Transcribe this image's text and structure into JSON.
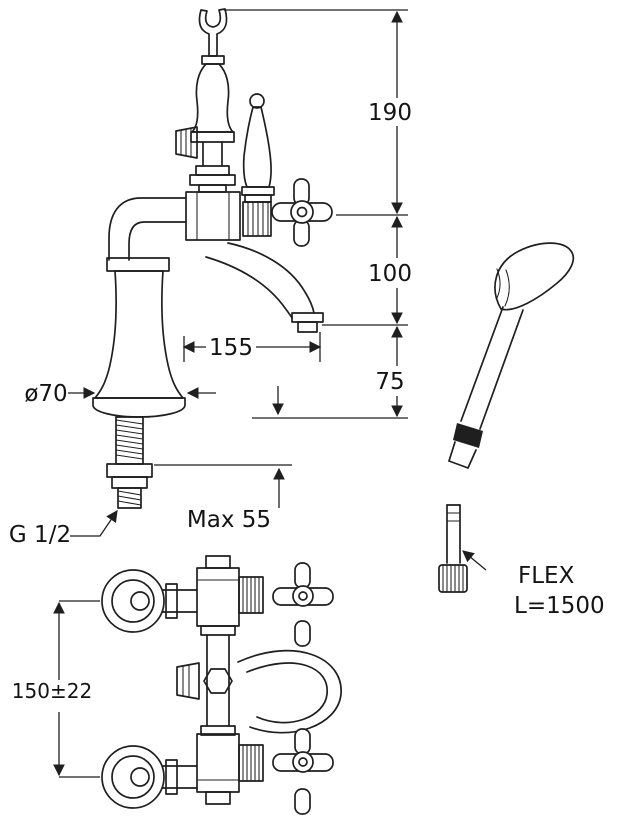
{
  "drawing": {
    "type": "technical-dimension-drawing",
    "subject": "deck-mounted bath mixer with hand shower, wall-mounted variant below",
    "labels": {
      "dim_height_total": "190",
      "dim_height_spout": "100",
      "dim_height_base": "75",
      "dim_spout_reach": "155",
      "dim_base_diameter": "ø70",
      "dim_deck_max": "Max 55",
      "thread_size": "G 1/2",
      "flex_name": "FLEX",
      "flex_length": "L=1500",
      "dim_wall_centers": "150±22"
    },
    "colors": {
      "line": "#1f1f1f",
      "text": "#141414",
      "background": "#ffffff"
    }
  }
}
